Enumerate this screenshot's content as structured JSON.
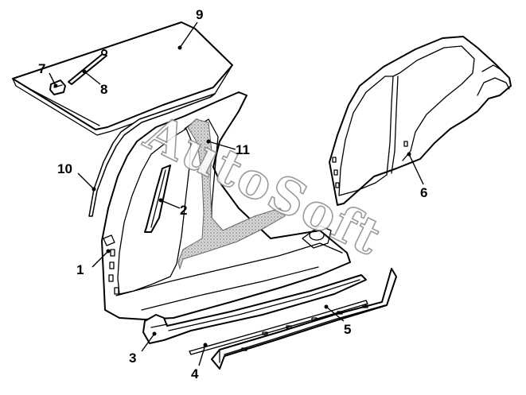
{
  "diagram": {
    "watermark": "AutoSoft",
    "callouts": [
      {
        "id": "1",
        "label": "1"
      },
      {
        "id": "2",
        "label": "2"
      },
      {
        "id": "3",
        "label": "3"
      },
      {
        "id": "4",
        "label": "4"
      },
      {
        "id": "5",
        "label": "5"
      },
      {
        "id": "6",
        "label": "6"
      },
      {
        "id": "7",
        "label": "7"
      },
      {
        "id": "8",
        "label": "8"
      },
      {
        "id": "9",
        "label": "9"
      },
      {
        "id": "10",
        "label": "10"
      },
      {
        "id": "11",
        "label": "11"
      }
    ],
    "colors": {
      "line": "#000000",
      "background": "#ffffff",
      "watermark": "#8a8a8a",
      "hatch": "#999999"
    }
  }
}
